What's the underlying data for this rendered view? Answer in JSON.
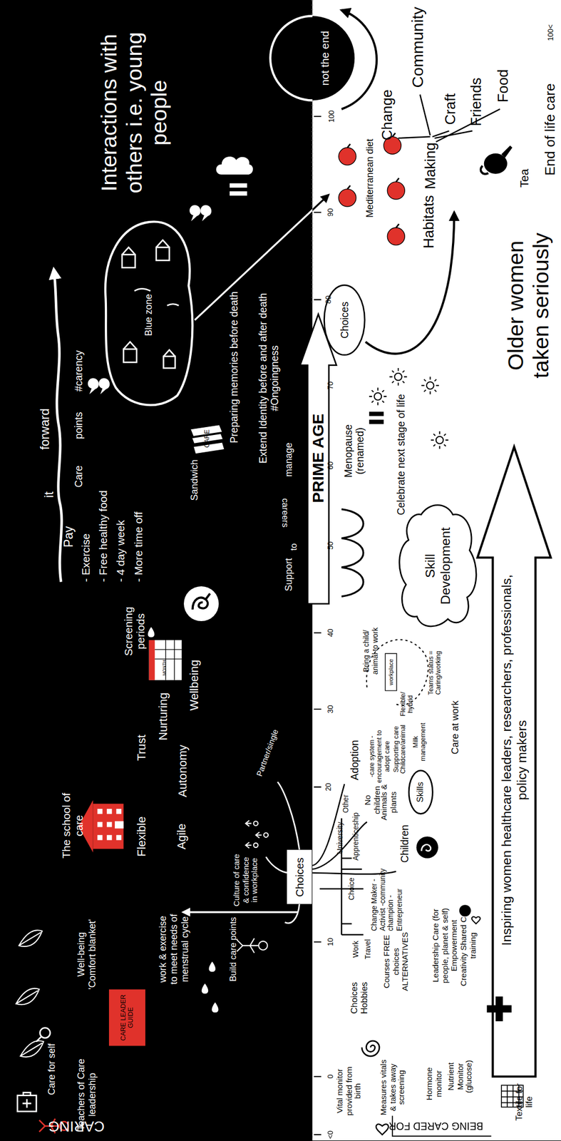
{
  "diagram": {
    "nodes": [
      {
        "text": [
          "Blue zone"
        ]
      },
      {
        "text": [
          "Choices"
        ]
      },
      {
        "text": [
          "PRIME AGE"
        ]
      },
      {
        "text": [
          "Skill Development"
        ]
      },
      {
        "text": [
          "workplace"
        ]
      },
      {
        "text": [
          "Skills"
        ]
      },
      {
        "text": [
          "Choices"
        ]
      },
      {
        "text": [
          "Inspiring women healthcare leaders, researchers, professionals, policy makers"
        ]
      },
      {
        "text": [
          "CARE LEADER GUIDE"
        ]
      }
    ],
    "labels": [
      "Interactions with others i.e. young people",
      "not the end",
      "100<",
      "100",
      "Community",
      "Change",
      "Craft",
      "Friends",
      "Food",
      "Making",
      "Habitats",
      "Tea",
      "End of life care",
      "Mediterranean diet",
      "90",
      "80",
      "Older women taken seriously",
      "70",
      "Menopause (renamed)",
      "Celebrate next stage of life",
      "60",
      "50",
      "40",
      "Bring a child/ animal to work",
      "Teams status = Caring/working",
      "Flexible/ hybrid",
      "Care at work",
      "Milk management",
      "Supporting care Childcare/animal",
      "-care system -encouragement to adopt care",
      "30",
      "Adoption",
      "No children",
      "Animals & plants",
      "Children",
      "20",
      "Other",
      "University",
      "Apprenticeship",
      "Choice",
      "Work",
      "Travel",
      "Change Maker -Activist -community champion -Entrepreneur",
      "10",
      "Choices Hobbies",
      "Courses FREE choices ALTERNATIVES",
      "Leadership Care (for people, planet & self) Empowerment Creativity Shared Care training",
      "0",
      "Vital monitor provided from birth",
      "Measures vitals & takes away screening",
      "Hormone monitor",
      "Nutrient Monitor (glucose)",
      "Textile for life",
      "<0",
      "BEING CARED FOR",
      "CARING",
      "Pay",
      "it",
      "forward",
      "Care",
      "points",
      "#carency",
      "CARE",
      "Sandwich",
      "Preparing memories before death",
      "Extend Identity before and after death #Ongoingness",
      "Support",
      "to",
      "careers",
      "manage",
      "- Exercise",
      "- Free healthy food",
      "- 4 day week",
      "- More time off",
      "Screening periods",
      "MONTH",
      "Wellbeing",
      "Nurturing",
      "Trust",
      "Autonomy",
      "Flexible",
      "Agile",
      "The school of care",
      "Culture of care & confidence in workplace",
      "Partner/single",
      "Build care points",
      "Well-being 'Comfort blanket'",
      "work & exercise to meet needs of menstrual cycle",
      "Care for self",
      "Teachers of Care leadership"
    ]
  }
}
